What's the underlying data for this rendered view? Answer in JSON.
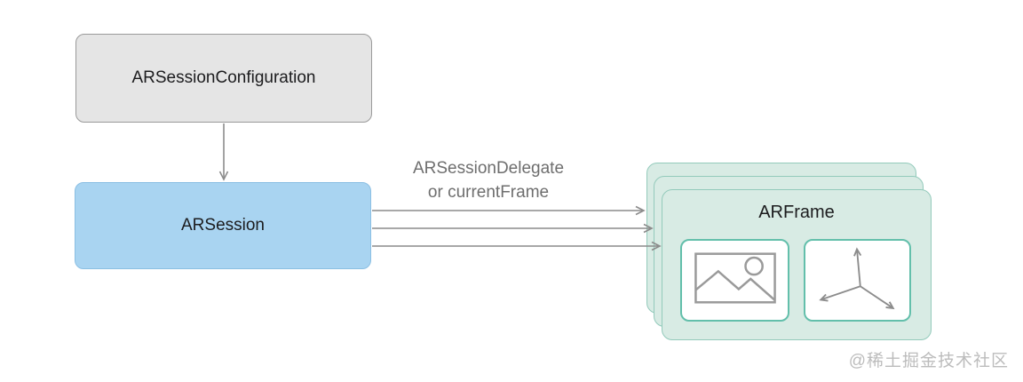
{
  "diagram": {
    "title_context": "ARKit session data flow",
    "nodes": {
      "configuration": {
        "label": "ARSessionConfiguration"
      },
      "session": {
        "label": "ARSession"
      },
      "frame": {
        "label": "ARFrame"
      }
    },
    "edges": {
      "config_to_session": {
        "label": ""
      },
      "session_to_frame": {
        "line1": "ARSessionDelegate",
        "line2": "or currentFrame"
      }
    },
    "frame_contents": {
      "icons": [
        "image-icon",
        "axes-icon"
      ]
    },
    "colors": {
      "config_fill": "#e5e5e5",
      "config_border": "#9a9a9a",
      "session_fill": "#a9d4f1",
      "session_border": "#8bbfe3",
      "frame_fill": "#d8ebe4",
      "frame_border": "#93cabb",
      "slot_border": "#63bfab",
      "arrow": "#8c8c8c",
      "edge_label_text": "#6e6e6e",
      "node_text": "#1c1c1e",
      "watermark_text": "#bcbcbc"
    },
    "watermark": "@稀土掘金技术社区"
  }
}
